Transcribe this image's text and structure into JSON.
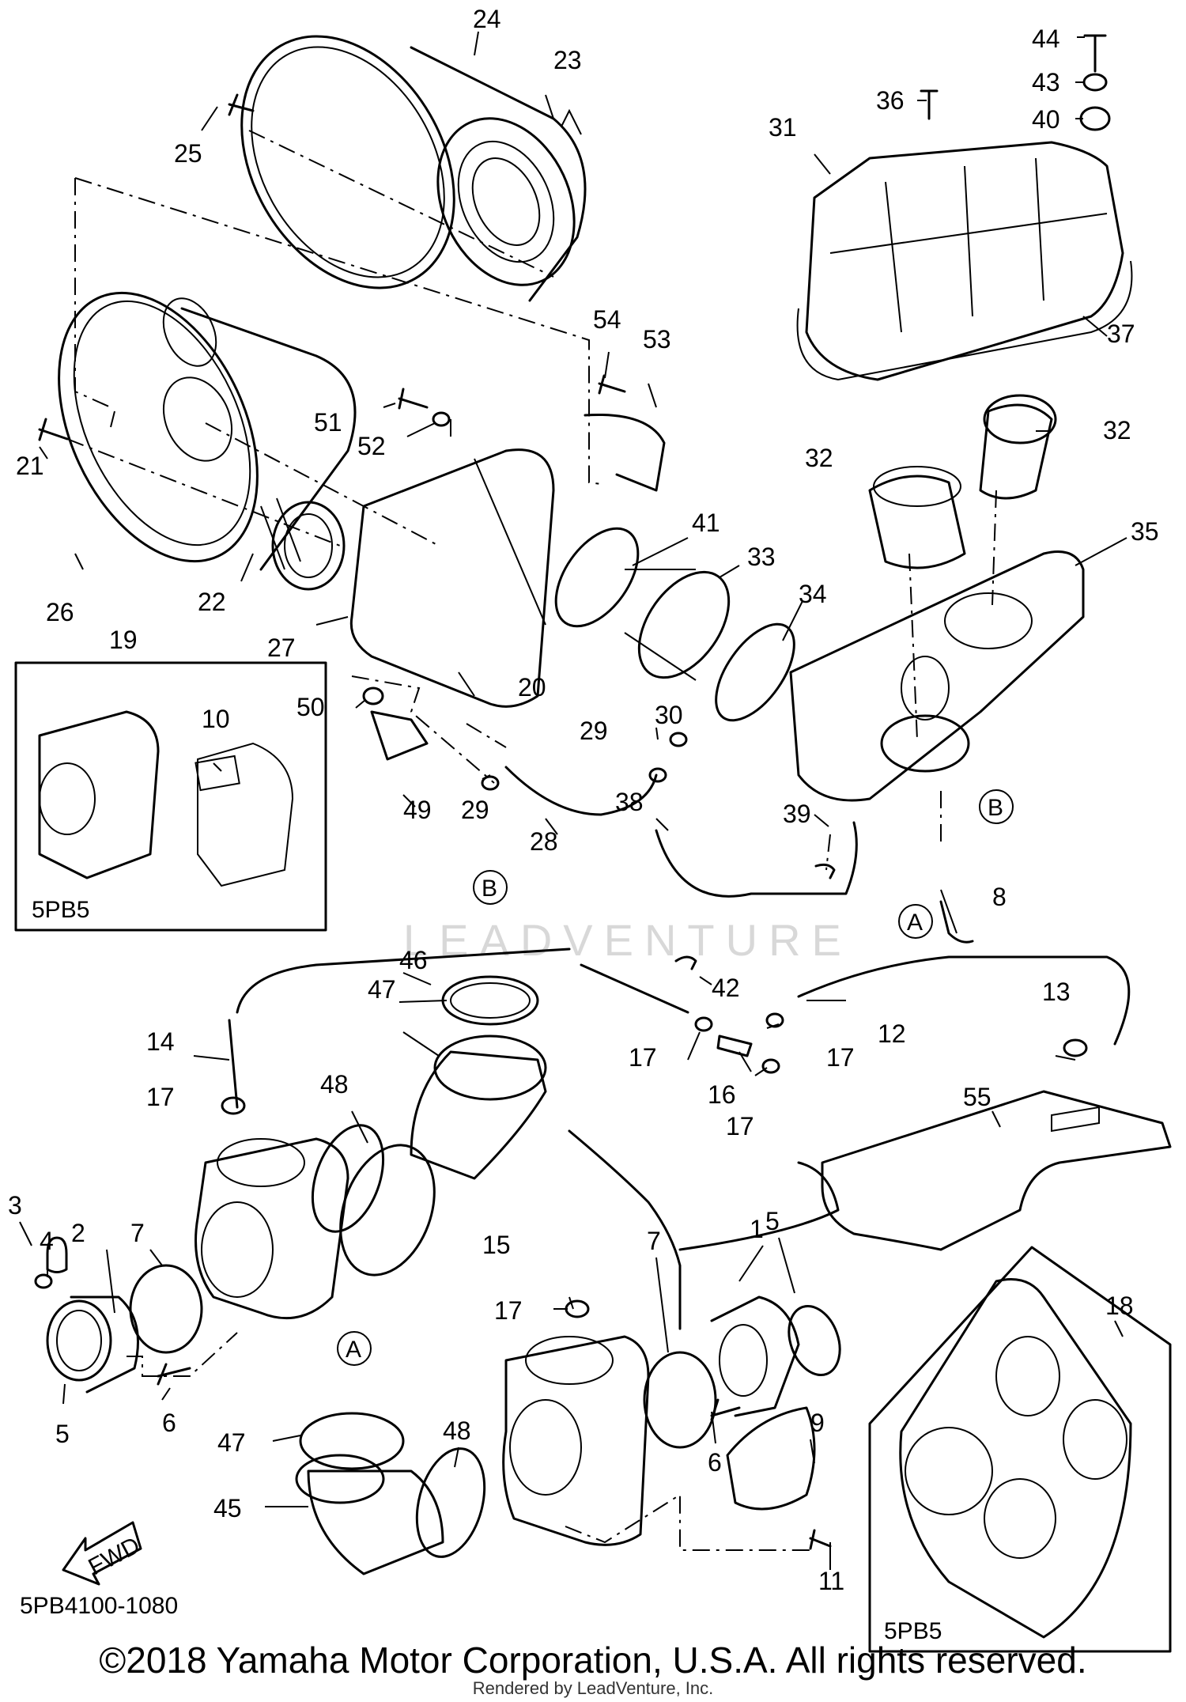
{
  "diagram": {
    "part_labels": [
      "1",
      "2",
      "3",
      "4",
      "5",
      "6",
      "7",
      "8",
      "9",
      "10",
      "11",
      "12",
      "13",
      "14",
      "15",
      "16",
      "17",
      "18",
      "19",
      "20",
      "21",
      "22",
      "23",
      "24",
      "25",
      "26",
      "27",
      "28",
      "29",
      "30",
      "31",
      "32",
      "33",
      "34",
      "35",
      "36",
      "37",
      "38",
      "39",
      "40",
      "41",
      "42",
      "43",
      "44",
      "45",
      "46",
      "47",
      "48",
      "49",
      "50",
      "51",
      "52",
      "53",
      "54",
      "55"
    ],
    "ref_markers": [
      "A",
      "B"
    ],
    "inset_label": "5PB5",
    "direction_label": "FWD",
    "diagram_code": "5PB4100-1080",
    "watermark": "LEADVENTURE"
  },
  "footer": {
    "copyright": "©2018 Yamaha Motor Corporation, U.S.A. All rights reserved.",
    "rendered_by": "Rendered by LeadVenture, Inc."
  }
}
